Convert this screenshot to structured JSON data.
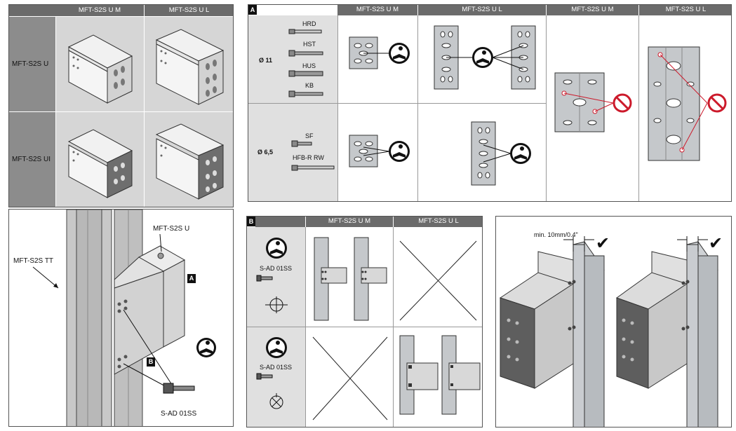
{
  "top_left": {
    "columns": [
      "MFT-S2S U M",
      "MFT-S2S U L"
    ],
    "rows": [
      "MFT-S2S U",
      "MFT-S2S UI"
    ]
  },
  "bottom_left": {
    "rail_label": "MFT-S2S TT",
    "bracket_label": "MFT-S2S U",
    "tag_a": "A",
    "tag_b": "B",
    "screw_label": "S-AD 01SS"
  },
  "panel_a": {
    "tag": "A",
    "columns": [
      "MFT-S2S U M",
      "MFT-S2S U L",
      "MFT-S2S U M",
      "MFT-S2S U L"
    ],
    "rows": [
      {
        "diameter": "Ø 11",
        "anchors": [
          "HRD",
          "HST",
          "HUS",
          "KB"
        ]
      },
      {
        "diameter": "Ø 6,5",
        "anchors": [
          "SF",
          "HFB-R RW"
        ]
      }
    ]
  },
  "panel_b": {
    "tag": "B",
    "columns": [
      "MFT-S2S U M",
      "MFT-S2S U L"
    ],
    "rows": [
      {
        "screw": "S-AD 01SS"
      },
      {
        "screw": "S-AD 01SS"
      }
    ]
  },
  "panel_c": {
    "dimension": "min. 10mm/0.4\"",
    "check_marks": [
      "✔",
      "✔"
    ]
  },
  "colors": {
    "header_gray": "#6b6b6b",
    "prohibit_red": "#cc1a2b",
    "steel": "#b8bcc0"
  }
}
